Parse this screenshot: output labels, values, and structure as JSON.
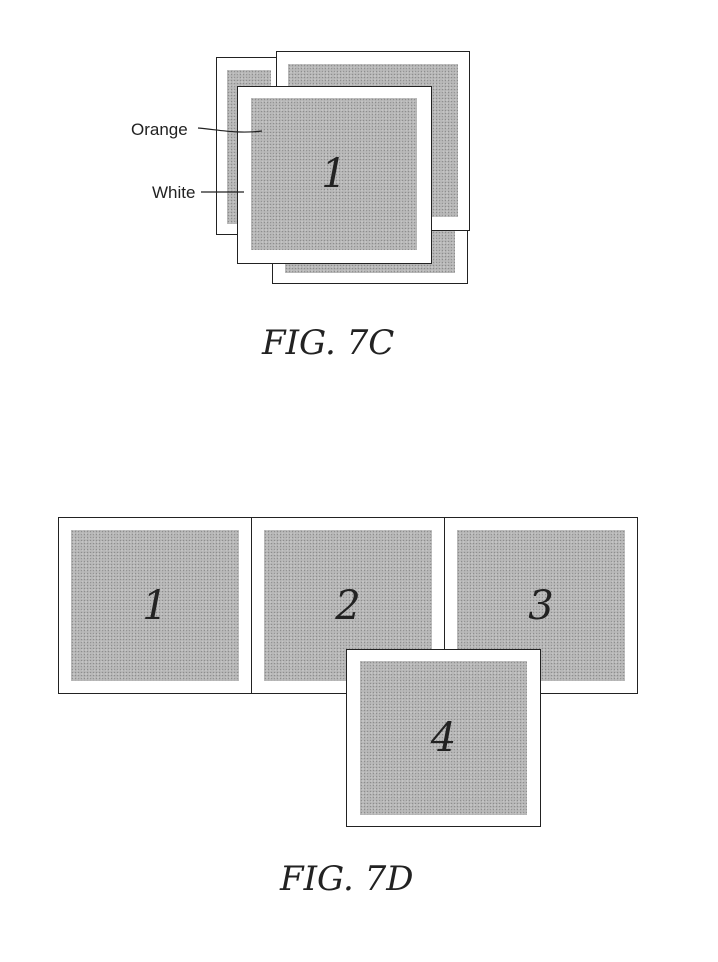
{
  "fig7c": {
    "caption": "FIG. 7C",
    "labels": {
      "orange": "Orange",
      "white": "White"
    },
    "front_card_number": "1"
  },
  "fig7d": {
    "caption": "FIG. 7D",
    "cards": [
      {
        "number": "1"
      },
      {
        "number": "2"
      },
      {
        "number": "3"
      },
      {
        "number": "4"
      }
    ]
  },
  "colors": {
    "border": "#222222",
    "inner_fill": "#b9b9b9",
    "card_white": "#ffffff"
  }
}
